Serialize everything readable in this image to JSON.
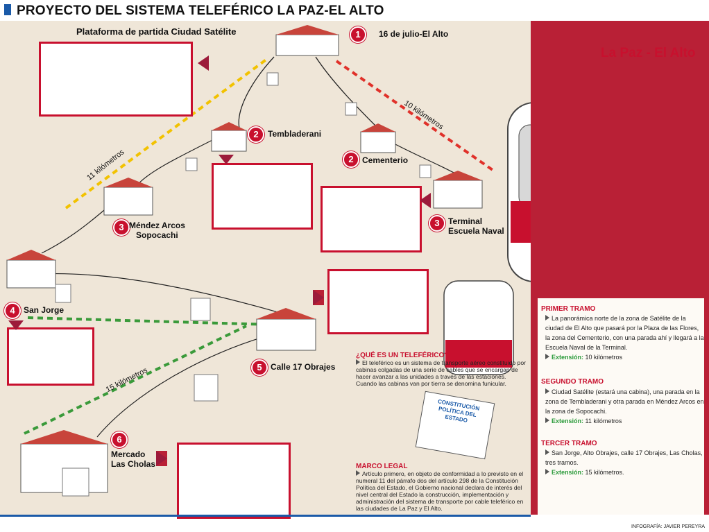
{
  "header": {
    "title": "PROYECTO DEL SISTEMA TELEFÉRICO LA PAZ-EL ALTO"
  },
  "panel": {
    "title": "La Paz - El Alto"
  },
  "map": {
    "platform_label": "Plataforma de partida Ciudad Satélite",
    "stations": [
      {
        "num": "1",
        "name": "16 de julio-El Alto"
      },
      {
        "num": "2",
        "name": "Tembladerani"
      },
      {
        "num": "2",
        "name": "Cementerio"
      },
      {
        "num": "3",
        "name_line1": "Méndez Arcos",
        "name_line2": "Sopocachi"
      },
      {
        "num": "3",
        "name_line1": "Terminal",
        "name_line2": "Escuela Naval"
      },
      {
        "num": "4",
        "name": "San Jorge"
      },
      {
        "num": "5",
        "name": "Calle 17 Obrajes"
      },
      {
        "num": "6",
        "name_line1": "Mercado",
        "name_line2": "Las Cholas"
      }
    ],
    "distances": {
      "d1": "11 kilómetros",
      "d2": "10 kilómetros",
      "d3": "15 kilómetros"
    }
  },
  "tramos": [
    {
      "head": "PRIMER TRAMO",
      "body": "La panorámica norte de la zona de Satélite de la ciudad de El Alto que pasará por la Plaza de las Flores, la zona del Cementerio, con una parada ahí y llegará a la Escuela Naval de la Terminal.",
      "ext_label": "Extensión:",
      "ext_value": "10 kilómetros"
    },
    {
      "head": "SEGUNDO TRAMO",
      "body": "Ciudad Satélite (estará una cabina), una parada en la zona de Tembladerani y otra parada en Méndez Arcos en la zona de Sopocachi.",
      "ext_label": "Extensión:",
      "ext_value": "11 kilómetros"
    },
    {
      "head": "TERCER TRAMO",
      "body": "San Jorge, Alto Obrajes, calle 17 Obrajes, Las Cholas, tres tramos.",
      "ext_label": "Extensión:",
      "ext_value": "15 kilómetros."
    }
  ],
  "info": {
    "what_head": "¿QUÉ ES UN TELEFÉRICO?",
    "what_body": "El teleférico es un sistema de transporte aéreo constituido por cabinas colgadas de una serie de cables que se encargan de hacer avanzar a las unidades a través de las estaciones. Cuando las cabinas van por tierra se denomina funicular.",
    "book_title": "CONSTITUCIÓN POLÍTICA DEL ESTADO",
    "legal_head": "MARCO LEGAL",
    "legal_body": "Artículo primero, en objeto de conformidad a lo previsto en el numeral 11 del párrafo dos del artículo 298 de la Constitución Política del Estado, el Gobierno nacional declara de interés del nivel central del Estado la construcción, implementación y administración del sistema de transporte por cable teleférico en las ciudades de La Paz y El Alto."
  },
  "credit": "INFOGRAFÍA: JAVIER PEREYRA",
  "colors": {
    "accent_red": "#c8102e",
    "brand_blue": "#1a5aa8",
    "dash_yellow": "#f2c200",
    "dash_red": "#e0312a",
    "dash_green": "#3a9a3a"
  }
}
